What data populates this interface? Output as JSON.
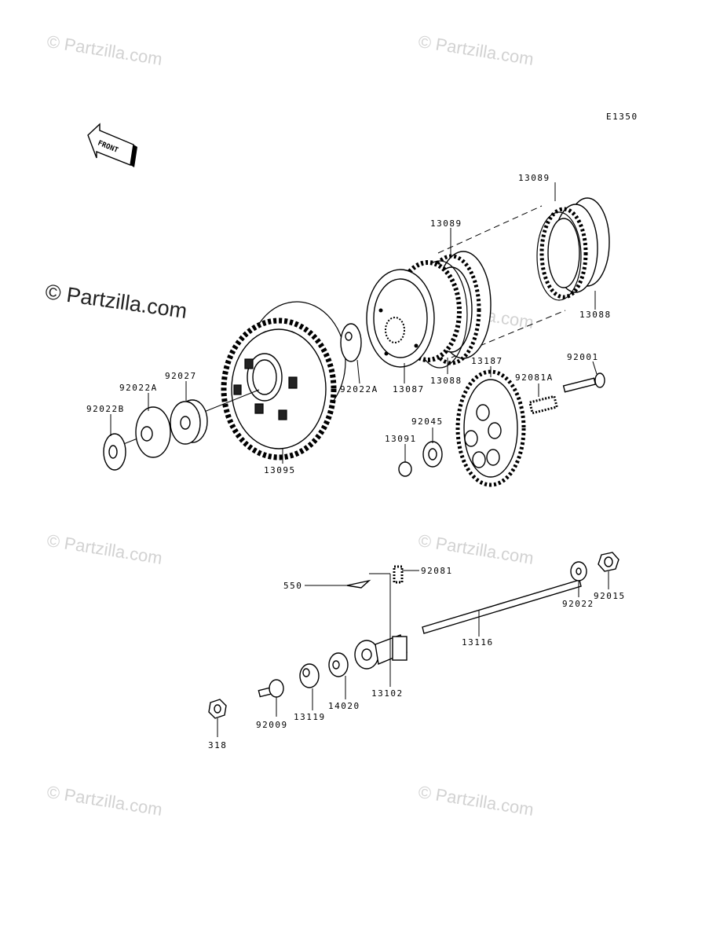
{
  "diagram_code": "E1350",
  "front_arrow_label": "FRONT",
  "watermarks": [
    "© Partzilla.com",
    "© Partzilla.com",
    "© Partzilla.com",
    "© Partzilla.com",
    "© Partzilla.com",
    "© Partzilla.com",
    "© Partzilla.com"
  ],
  "watermark_main": "© Partzilla.com",
  "parts": {
    "p13089_top": "13089",
    "p13089_mid": "13089",
    "p13088_right": "13088",
    "p13088_mid": "13088",
    "p13087": "13087",
    "p13187": "13187",
    "p92001": "92001",
    "p92081A": "92081A",
    "p92045": "92045",
    "p13091": "13091",
    "p92022A_right": "92022A",
    "p92027": "92027",
    "p92022A_left": "92022A",
    "p92022B": "92022B",
    "p13095": "13095",
    "p550": "550",
    "p92081": "92081",
    "p92022": "92022",
    "p92015": "92015",
    "p13116": "13116",
    "p13102": "13102",
    "p14020": "14020",
    "p13119": "13119",
    "p92009": "92009",
    "p318": "318"
  }
}
